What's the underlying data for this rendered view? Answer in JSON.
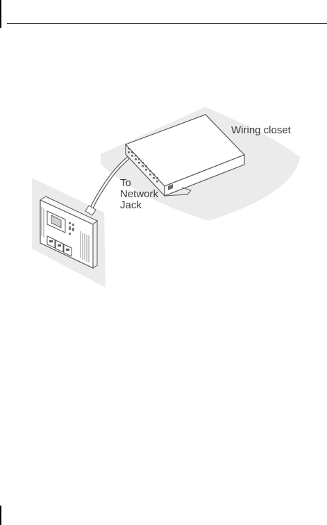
{
  "labels": {
    "wiring_closet": "Wiring closet",
    "to_network_jack": [
      "To",
      "Network",
      "Jack"
    ]
  },
  "colors": {
    "rule": "#000000",
    "shadow": "#e8e8e8",
    "outline": "#555555",
    "device_fill": "#ffffff",
    "label_text": "#3a3a3a"
  }
}
